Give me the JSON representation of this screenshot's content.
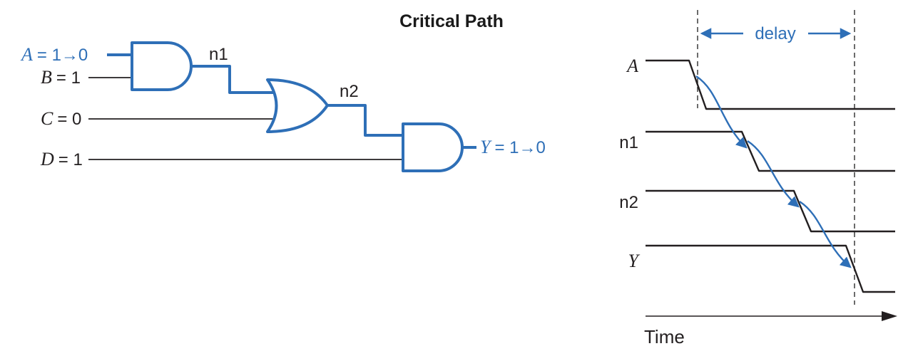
{
  "title": "Critical Path",
  "colors": {
    "accent": "#2e6fb7",
    "ink": "#231f20"
  },
  "circuit": {
    "inputs": {
      "a": {
        "name": "A",
        "rest": "= 1→0"
      },
      "b": {
        "name": "B",
        "rest": "= 1"
      },
      "c": {
        "name": "C",
        "rest": "= 0"
      },
      "d": {
        "name": "D",
        "rest": "= 1"
      }
    },
    "nets": {
      "n1": "n1",
      "n2": "n2"
    },
    "output": {
      "name": "Y",
      "rest": "= 1→0"
    },
    "gates": [
      "AND",
      "OR",
      "AND"
    ]
  },
  "timing": {
    "delay_label": "delay",
    "signals": [
      "A",
      "n1",
      "n2",
      "Y"
    ],
    "time_label": "Time"
  }
}
